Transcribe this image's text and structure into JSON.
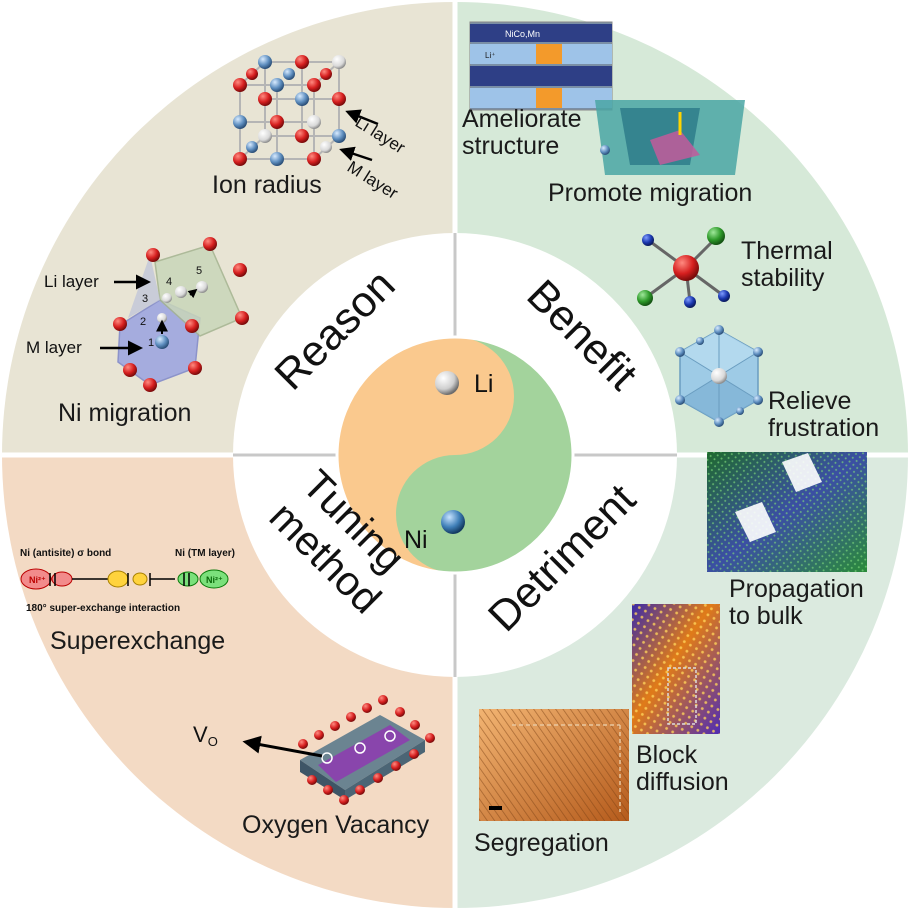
{
  "inner": {
    "reason": "Reason",
    "benefit": "Benefit",
    "tuning": "Tuning\nmethod",
    "detriment": "Detriment",
    "li": "Li",
    "ni": "Ni"
  },
  "items": {
    "ion_radius": "Ion radius",
    "li_layer_rot": "Li layer",
    "m_layer_rot": "M layer",
    "li_layer": "Li layer",
    "m_layer": "M layer",
    "ni_migration": "Ni migration",
    "ni_antisite": "Ni (antisite)  σ bond",
    "ni_tm_layer": "Ni (TM layer)",
    "super_exchange_note": "180° super-exchange interaction",
    "superexchange": "Superexchange",
    "vo": "V",
    "vo_sub": "O",
    "oxygen_vacancy": "Oxygen Vacancy",
    "ameliorate": "Ameliorate\nstructure",
    "promote": "Promote migration",
    "thermal": "Thermal\nstability",
    "relieve": "Relieve\nfrustration",
    "propagation": "Propagation\nto bulk",
    "block": "Block\ndiffusion",
    "segregation": "Segregation"
  },
  "site_numbers": [
    "1",
    "2",
    "3",
    "4",
    "5"
  ],
  "colors": {
    "reason_bg": "#e9e4d6",
    "benefit_bg": "#d9eadb",
    "tuning_bg": "#f4dcc6",
    "detriment_bg": "#dcebe0",
    "yin_green": "#a4d39c",
    "yang_orange": "#f9c98e",
    "divider": "#ffffff"
  }
}
